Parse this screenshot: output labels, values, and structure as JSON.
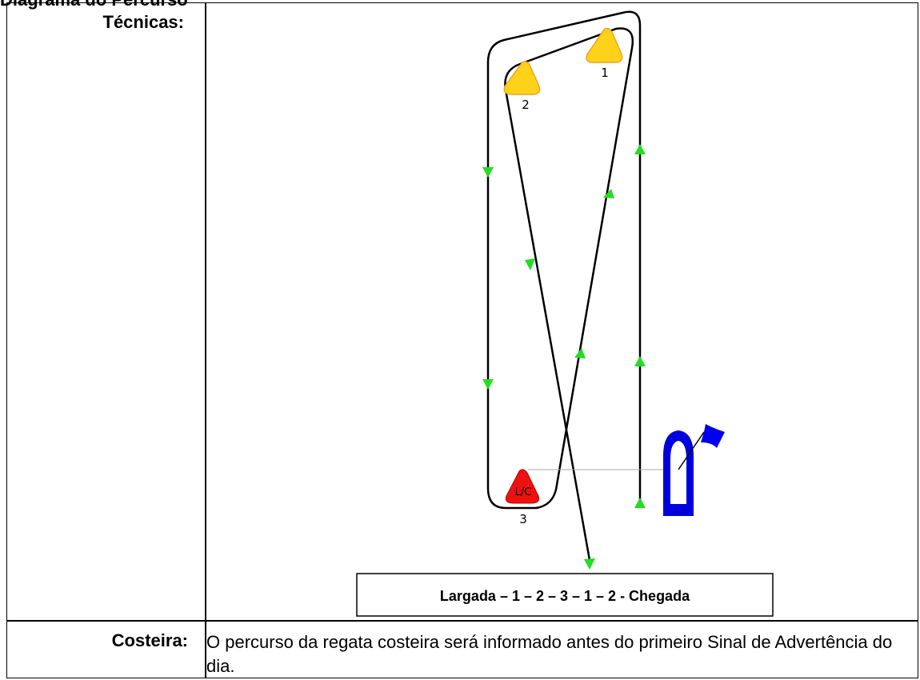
{
  "heading": "Diagrama do Percurso",
  "rows": {
    "tecnicas_label": "Técnicas:",
    "costeira_label": "Costeira:",
    "costeira_text": "O percurso da regata costeira será informado antes do primeiro Sinal de Advertência do dia."
  },
  "diagram": {
    "marks": [
      {
        "id": "1",
        "label": "1",
        "color": "#ffd21a"
      },
      {
        "id": "2",
        "label": "2",
        "color": "#ffd21a"
      },
      {
        "id": "3",
        "label": "3",
        "inner_label": "L/C",
        "color": "#ee1111"
      }
    ],
    "committee_boat_color": "#0000dd",
    "arrow_color": "#22dd22",
    "sequence": "Largada – 1 – 2 – 3 – 1 – 2 - Chegada"
  }
}
